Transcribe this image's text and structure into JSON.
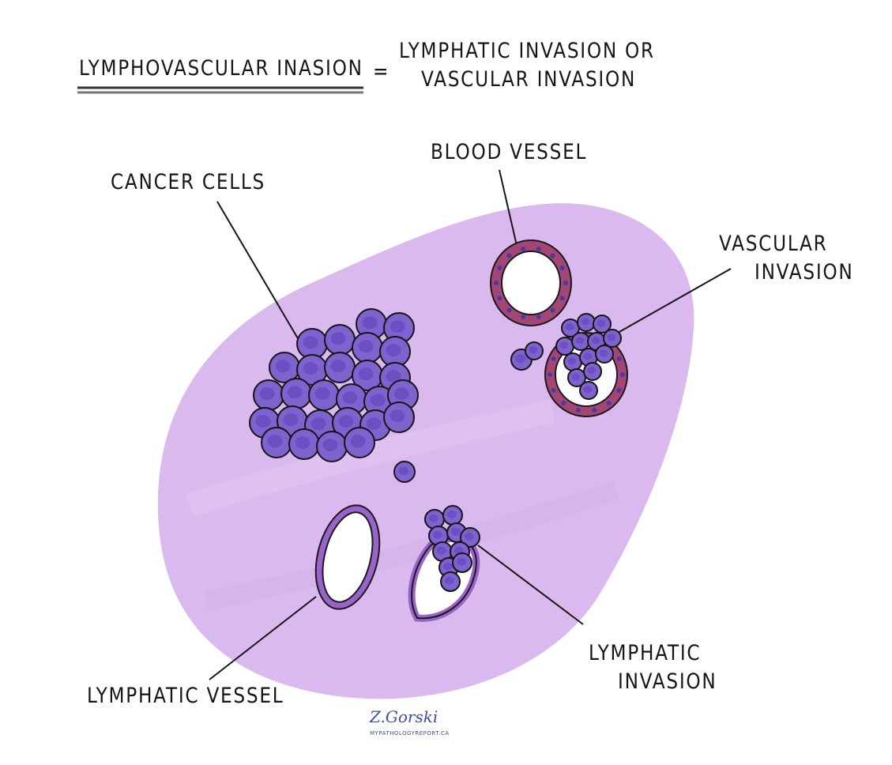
{
  "title": {
    "left": "LYMPHOVASCULAR INASION",
    "equals": "=",
    "right_line1": "LYMPHATIC INVASION OR",
    "right_line2": "VASCULAR INVASION"
  },
  "labels": {
    "cancer_cells": "CANCER CELLS",
    "blood_vessel": "BLOOD VESSEL",
    "vascular_invasion_line1": "VASCULAR",
    "vascular_invasion_line2": "INVASION",
    "lymphatic_vessel": "LYMPHATIC VESSEL",
    "lymphatic_invasion_line1": "LYMPHATIC",
    "lymphatic_invasion_line2": "INVASION"
  },
  "signature": {
    "name": "Z.Gorski",
    "site": "MYPATHOLOGYREPORT.CA"
  },
  "colors": {
    "tissue": "#d9b9ee",
    "cancer_cell": "#7e63cf",
    "cancer_nucleus": "#6d4fc4",
    "blood_vessel_wall": "#a34677",
    "lymphatic_wall": "#9a63c9",
    "ink": "#161616"
  }
}
